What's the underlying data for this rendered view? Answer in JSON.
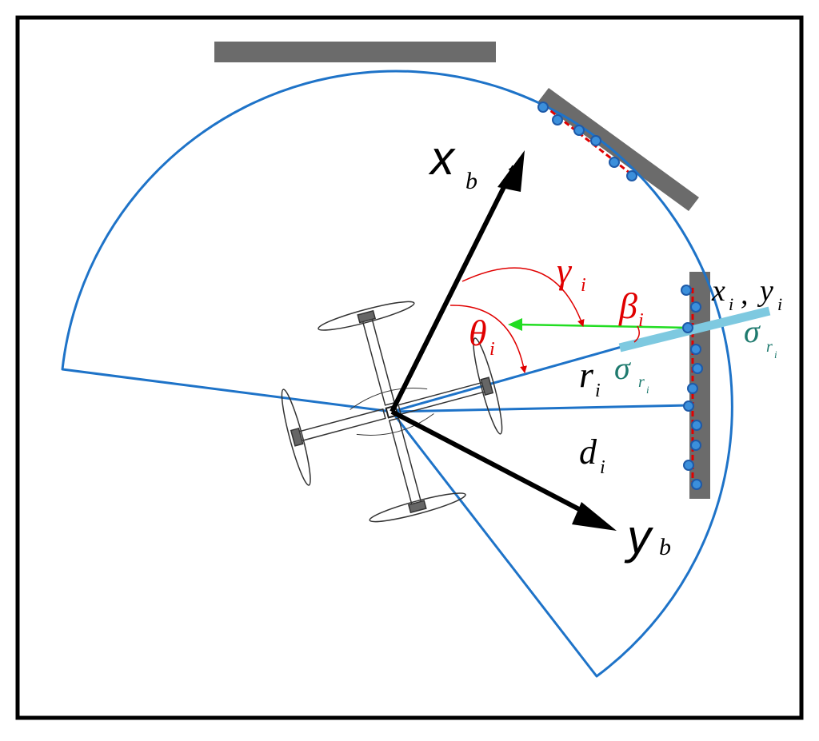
{
  "colors": {
    "frame": "#000000",
    "wall": "#6b6b6b",
    "sensor_range": "#1e73c8",
    "point": "#3b8fdb",
    "point_edge": "#1e5aa8",
    "fit_line": "#e00000",
    "angle": "#e00000",
    "bearing_arrow": "#22dd22",
    "uncertainty": "#7ec9e0",
    "sigma_text": "#1e7a6e",
    "axis": "#000000",
    "drone": "#333333"
  },
  "labels": {
    "xb_main": "x",
    "xb_sub": "b",
    "yb_main": "y",
    "yb_sub": "b",
    "gamma_main": "γ",
    "gamma_sub": "i",
    "theta_main": "θ",
    "theta_sub": "i",
    "beta_main": "β",
    "beta_sub": "i",
    "r_main": "r",
    "r_sub": "i",
    "d_main": "d",
    "d_sub": "i",
    "xy_x": "x",
    "xy_xsub": "i",
    "xy_comma": ",",
    "xy_y": "y",
    "xy_ysub": "i",
    "sigma1_main": "σ",
    "sigma1_sub": "r",
    "sigma1_subsub": "i",
    "sigma2_main": "σ",
    "sigma2_sub": "r",
    "sigma2_subsub": "i"
  },
  "icons": {
    "drone": "quadrotor-icon"
  }
}
